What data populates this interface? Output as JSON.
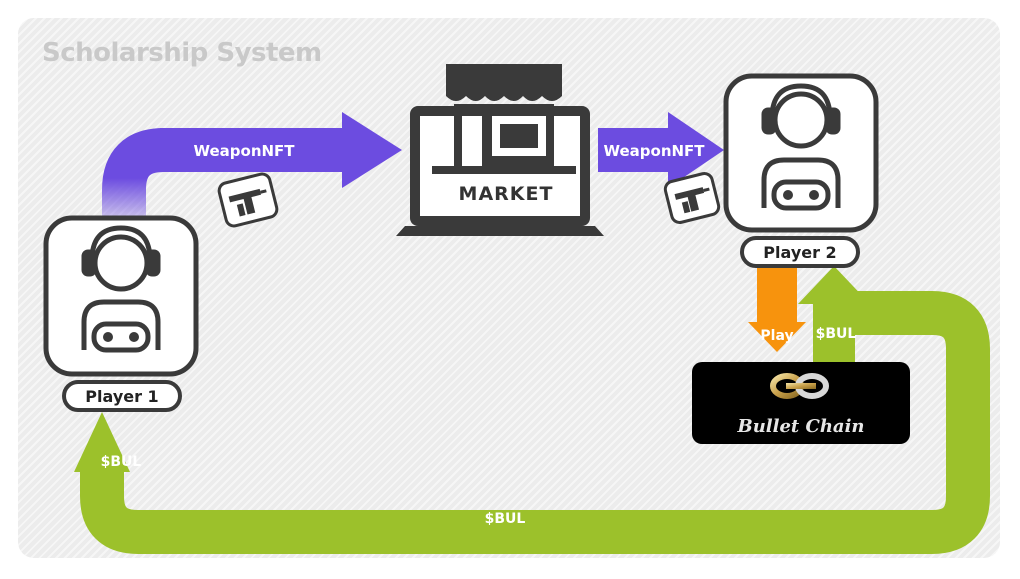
{
  "title": "Scholarship System",
  "nodes": {
    "player1": "Player 1",
    "player2": "Player 2",
    "market": "MARKET",
    "bullet_chain_logo": "Bullet Chain"
  },
  "edges": {
    "p1_to_market": "WeaponNFT",
    "market_to_p2": "WeaponNFT",
    "p2_play": "Play",
    "chain_to_p2": "$BUL",
    "chain_to_p1_up": "$BUL",
    "chain_to_p1_bottom": "$BUL"
  },
  "colors": {
    "purple": "#6c4ce0",
    "green": "#9cc12b",
    "orange": "#f7930d",
    "dark": "#3a3a3a",
    "panel": "#ececec"
  }
}
